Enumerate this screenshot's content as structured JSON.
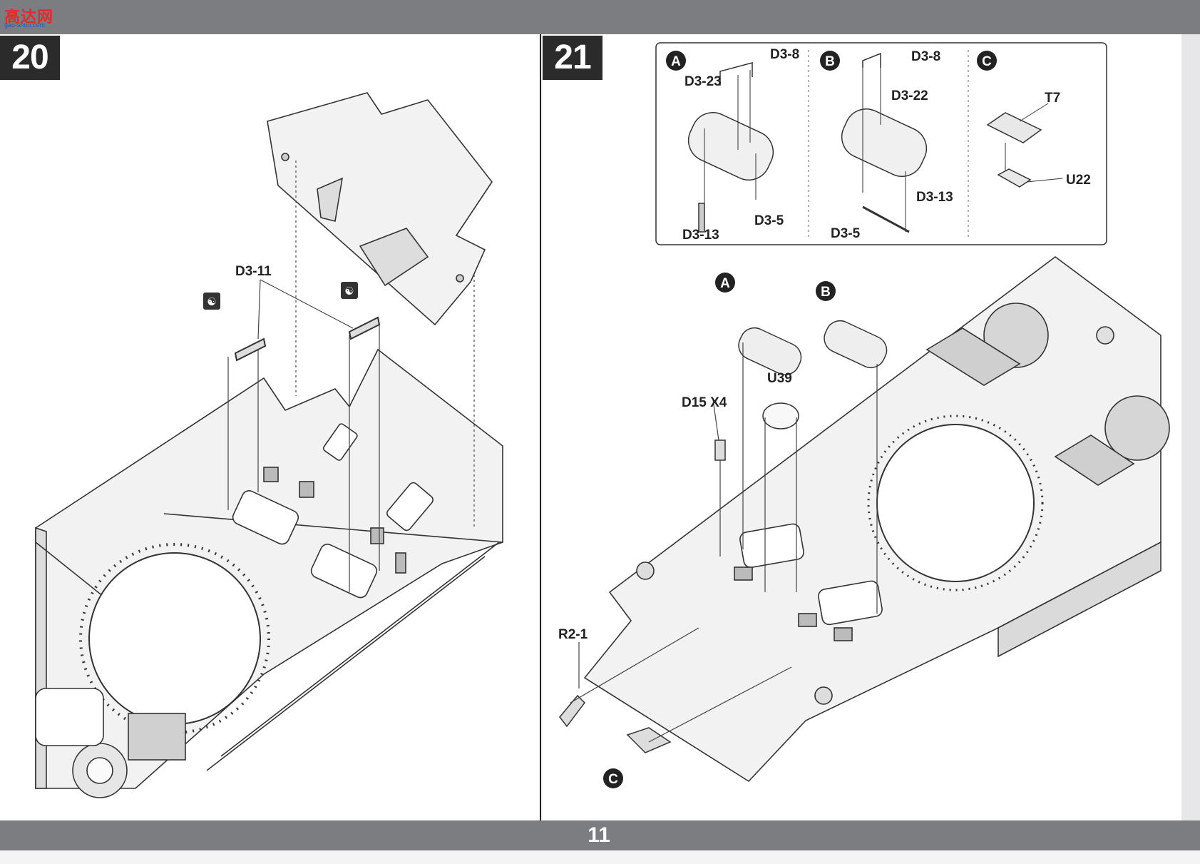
{
  "watermark": {
    "text": "高达网",
    "sub": "gao-shuu.com"
  },
  "page_number": "11",
  "steps": [
    {
      "number": "20"
    },
    {
      "number": "21"
    }
  ],
  "step20": {
    "labels": {
      "d3_11": "D3-11"
    }
  },
  "step21": {
    "sub_a": {
      "letter": "A",
      "d3_8": "D3-8",
      "d3_23": "D3-23",
      "d3_13": "D3-13",
      "d3_5": "D3-5"
    },
    "sub_b": {
      "letter": "B",
      "d3_8": "D3-8",
      "d3_22": "D3-22",
      "d3_13": "D3-13",
      "d3_5": "D3-5"
    },
    "sub_c": {
      "letter": "C",
      "t7": "T7",
      "u22": "U22"
    },
    "main": {
      "a": "A",
      "b": "B",
      "c": "C",
      "u39": "U39",
      "d15": "D15 X4",
      "r2_1": "R2-1"
    }
  }
}
